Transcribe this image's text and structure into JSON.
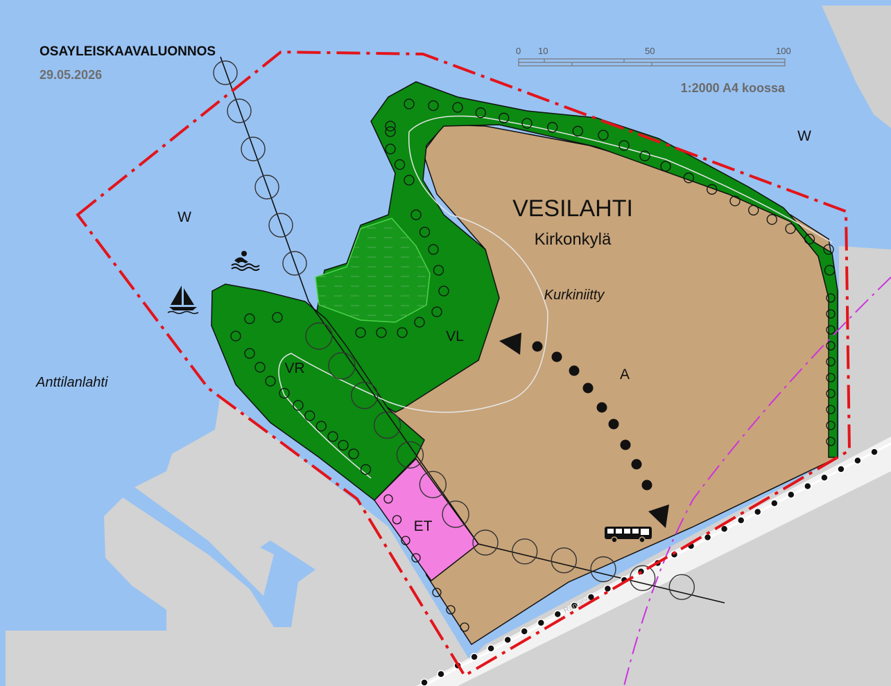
{
  "header": {
    "title": "OSAYLEISKAAVALUONNOS",
    "date": "29.05.2026"
  },
  "scale": {
    "ticks": [
      "0",
      "10",
      "50",
      "100"
    ],
    "ratio": "1:2000 A4 koossa"
  },
  "place": {
    "name": "VESILAHTI",
    "village": "Kirkonkylä",
    "field": "Kurkiniitty",
    "bay": "Anttilanlahti"
  },
  "zones": {
    "w_west": "W",
    "w_east": "W",
    "vl": "VL",
    "vr": "VR",
    "et": "ET",
    "a": "A"
  },
  "road": {
    "name": "Rantatie"
  },
  "icons": [
    "swimming-icon",
    "sailboat-icon",
    "bus-icon"
  ],
  "colors": {
    "water": "#98c2f2",
    "land": "#d2d2d2",
    "green": "#0c8a12",
    "residential": "#c8a47a",
    "et": "#f37fe0",
    "boundary": "#e3141b",
    "magenta": "#cc33dd"
  }
}
